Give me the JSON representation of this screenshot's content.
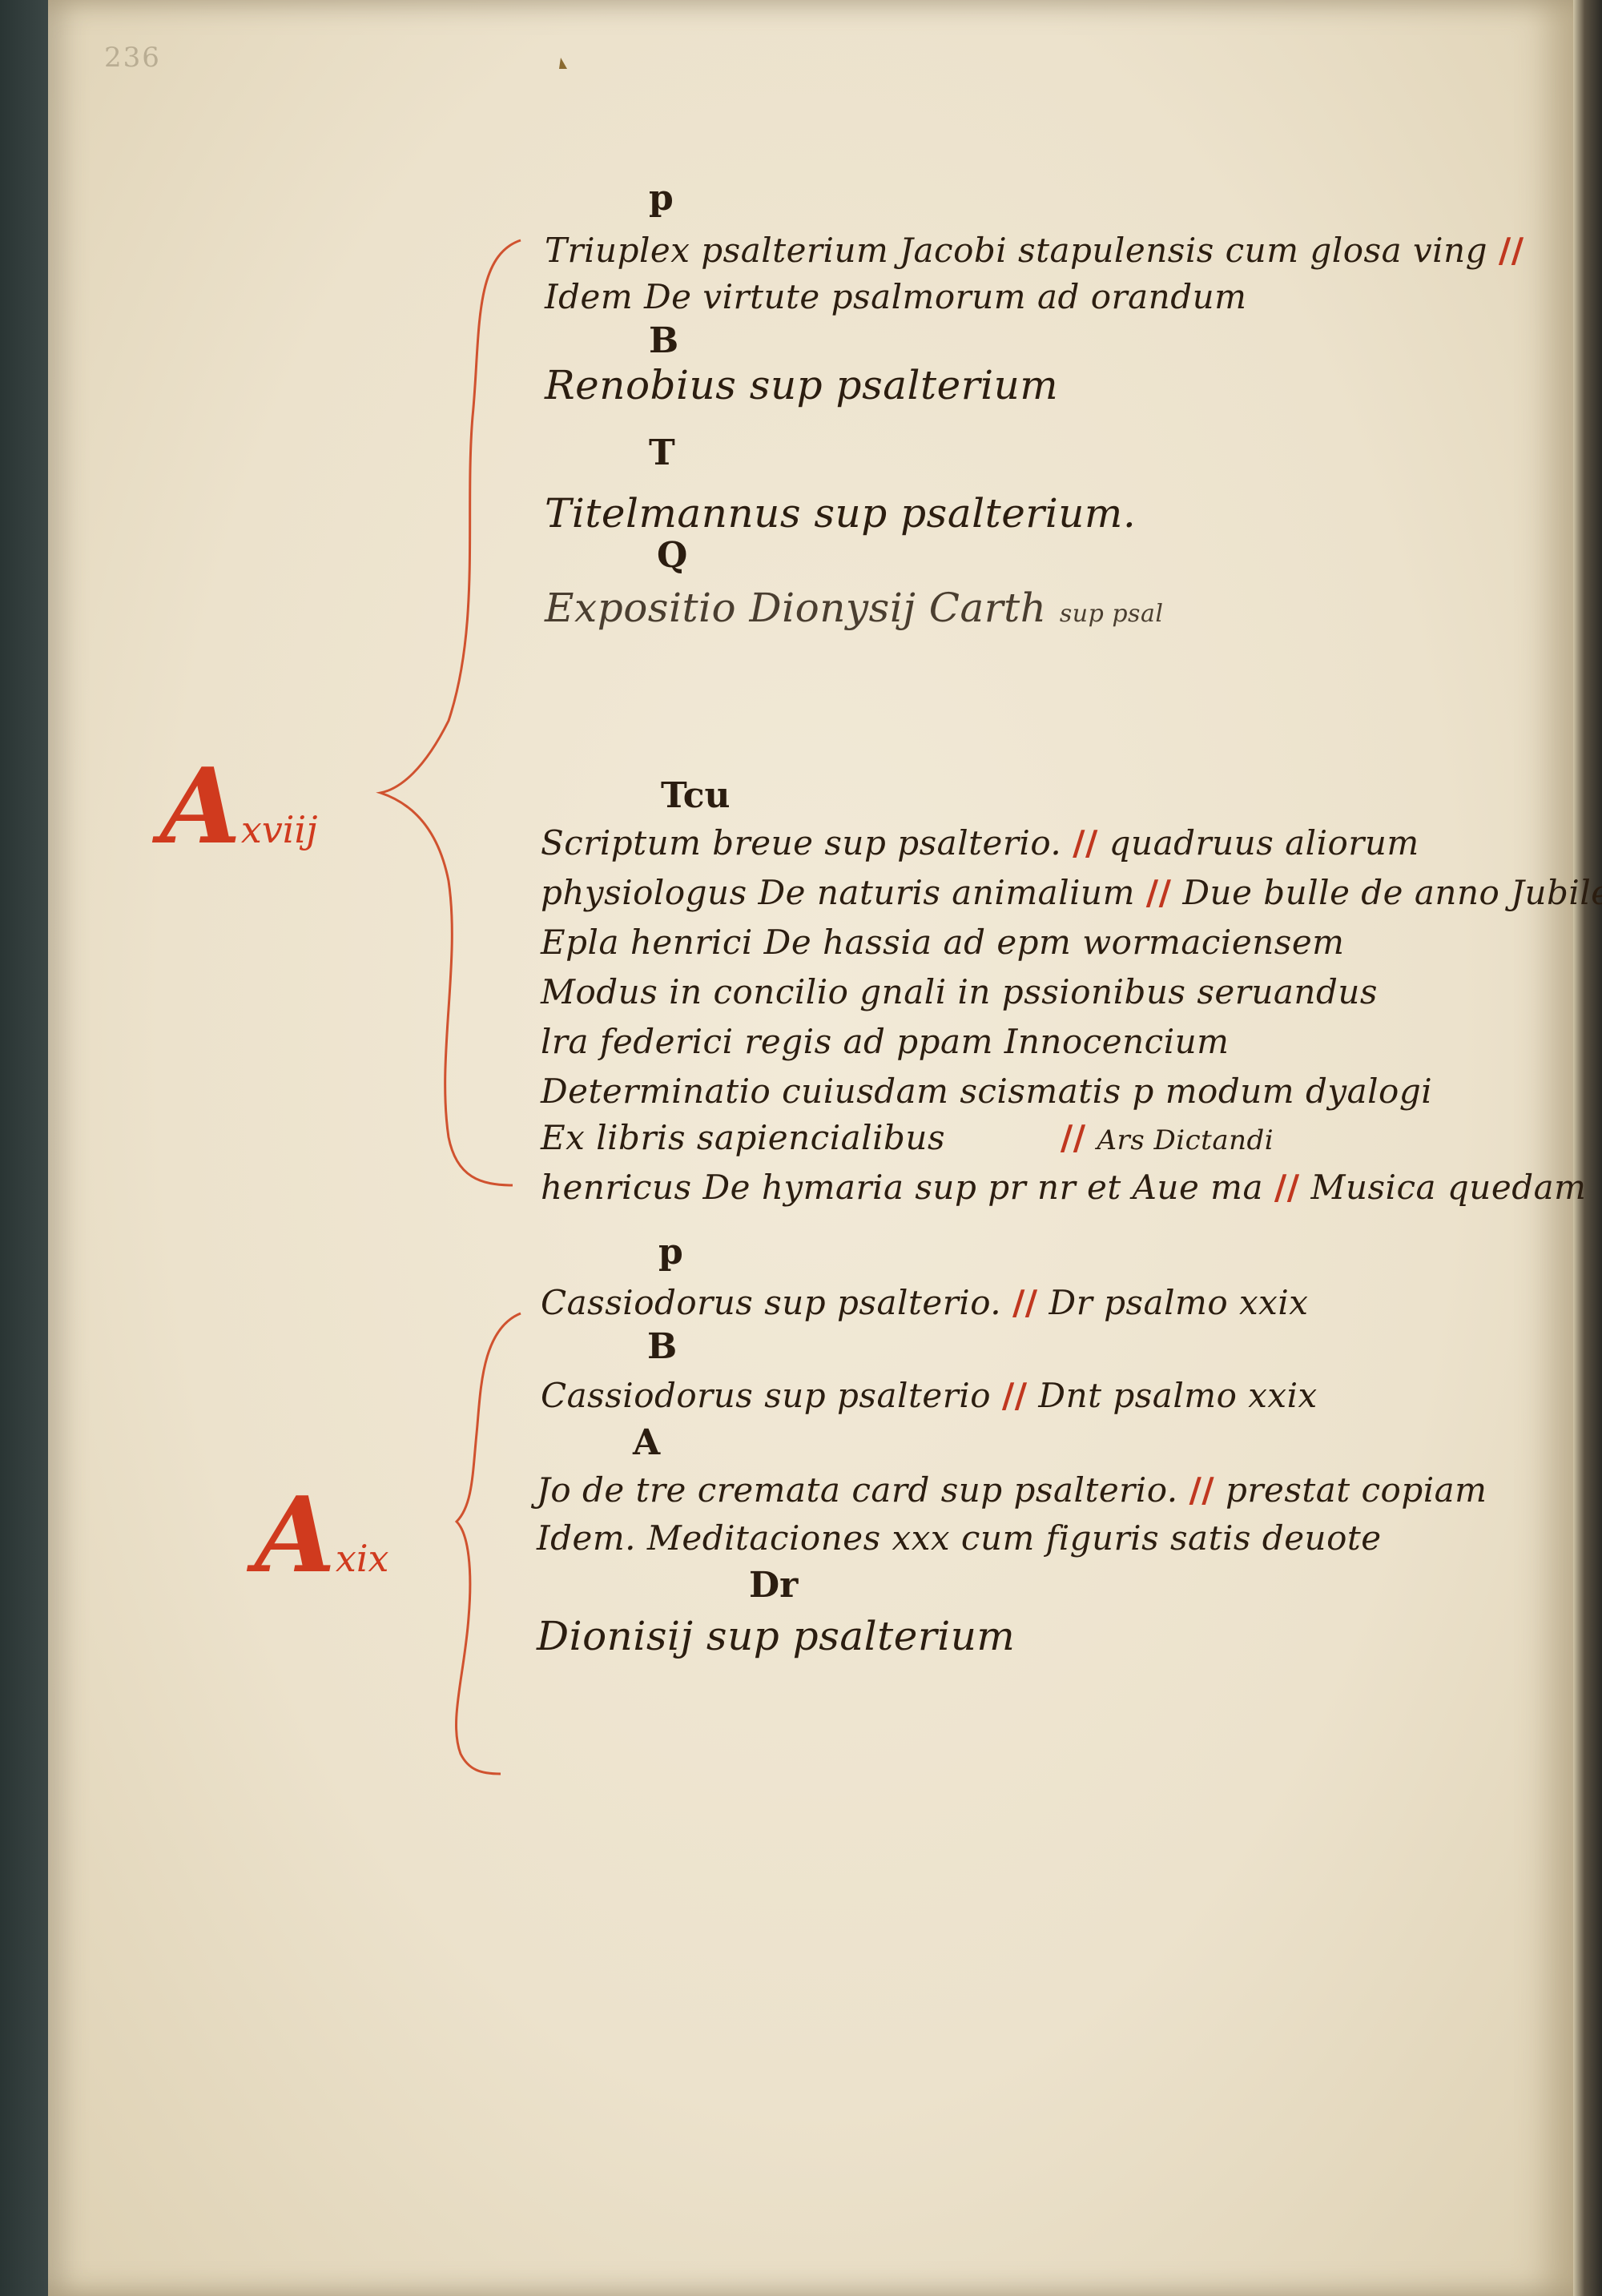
{
  "folio_number": "236",
  "shelfmarks": [
    {
      "letter": "A",
      "numeral": "xviij"
    },
    {
      "letter": "A",
      "numeral": "xix"
    }
  ],
  "group_a": {
    "letters": [
      "p",
      "B",
      "T",
      "Q"
    ],
    "lines": [
      "Triuplex psalterium Jacobi stapulensis cum glosa ving",
      "Idem De virtute psalmorum ad orandum",
      "Renobius sup psalterium",
      "Titelmannus sup psalterium.",
      "Expositio Dionysij Carth",
      "sup psal"
    ],
    "sep": "//"
  },
  "group_b": {
    "letter": "Tcu",
    "lines": [
      {
        "main": "Scriptum breue sup psalterio.",
        "sep": "//",
        "tail": "quadruus aliorum"
      },
      {
        "main": "physiologus De naturis animalium",
        "sep": "//",
        "tail": "Due bulle de anno Jubileo"
      },
      {
        "main": "Epla henrici De hassia ad epm wormaciensem",
        "sep": "",
        "tail": ""
      },
      {
        "main": "Modus in concilio gnali in pssionibus seruandus",
        "sep": "",
        "tail": ""
      },
      {
        "main": "lra federici regis ad ppam Innocencium",
        "sep": "",
        "tail": ""
      },
      {
        "main": "Determinatio cuiusdam scismatis p modum dyalogi",
        "sep": "",
        "tail": ""
      },
      {
        "main": "Ex libris sapiencialibus",
        "sep": "//",
        "tail": "Ars Dictandi"
      },
      {
        "main": "henricus De hymaria sup pr nr et Aue ma",
        "sep": "//",
        "tail": "Musica quedam"
      }
    ]
  },
  "group_c": {
    "letters": [
      "p",
      "B",
      "A",
      "Dr"
    ],
    "lines": [
      {
        "main": "Cassiodorus sup psalterio.",
        "sep": "//",
        "tail": "Dr psalmo xxix"
      },
      {
        "main": "Cassiodorus sup psalterio",
        "sep": "//",
        "tail": "Dnt psalmo xxix"
      },
      {
        "main": "Jo de tre cremata card sup psalterio.",
        "sep": "//",
        "tail": "prestat copiam"
      },
      {
        "main": "Idem. Meditaciones xxx cum figuris satis deuote",
        "sep": "",
        "tail": ""
      },
      {
        "main": "Dionisij sup psalterium",
        "sep": "",
        "tail": ""
      }
    ]
  },
  "colors": {
    "ink": "#2b1d10",
    "rubric": "#c0371f",
    "parchment": "#efe6d1"
  }
}
